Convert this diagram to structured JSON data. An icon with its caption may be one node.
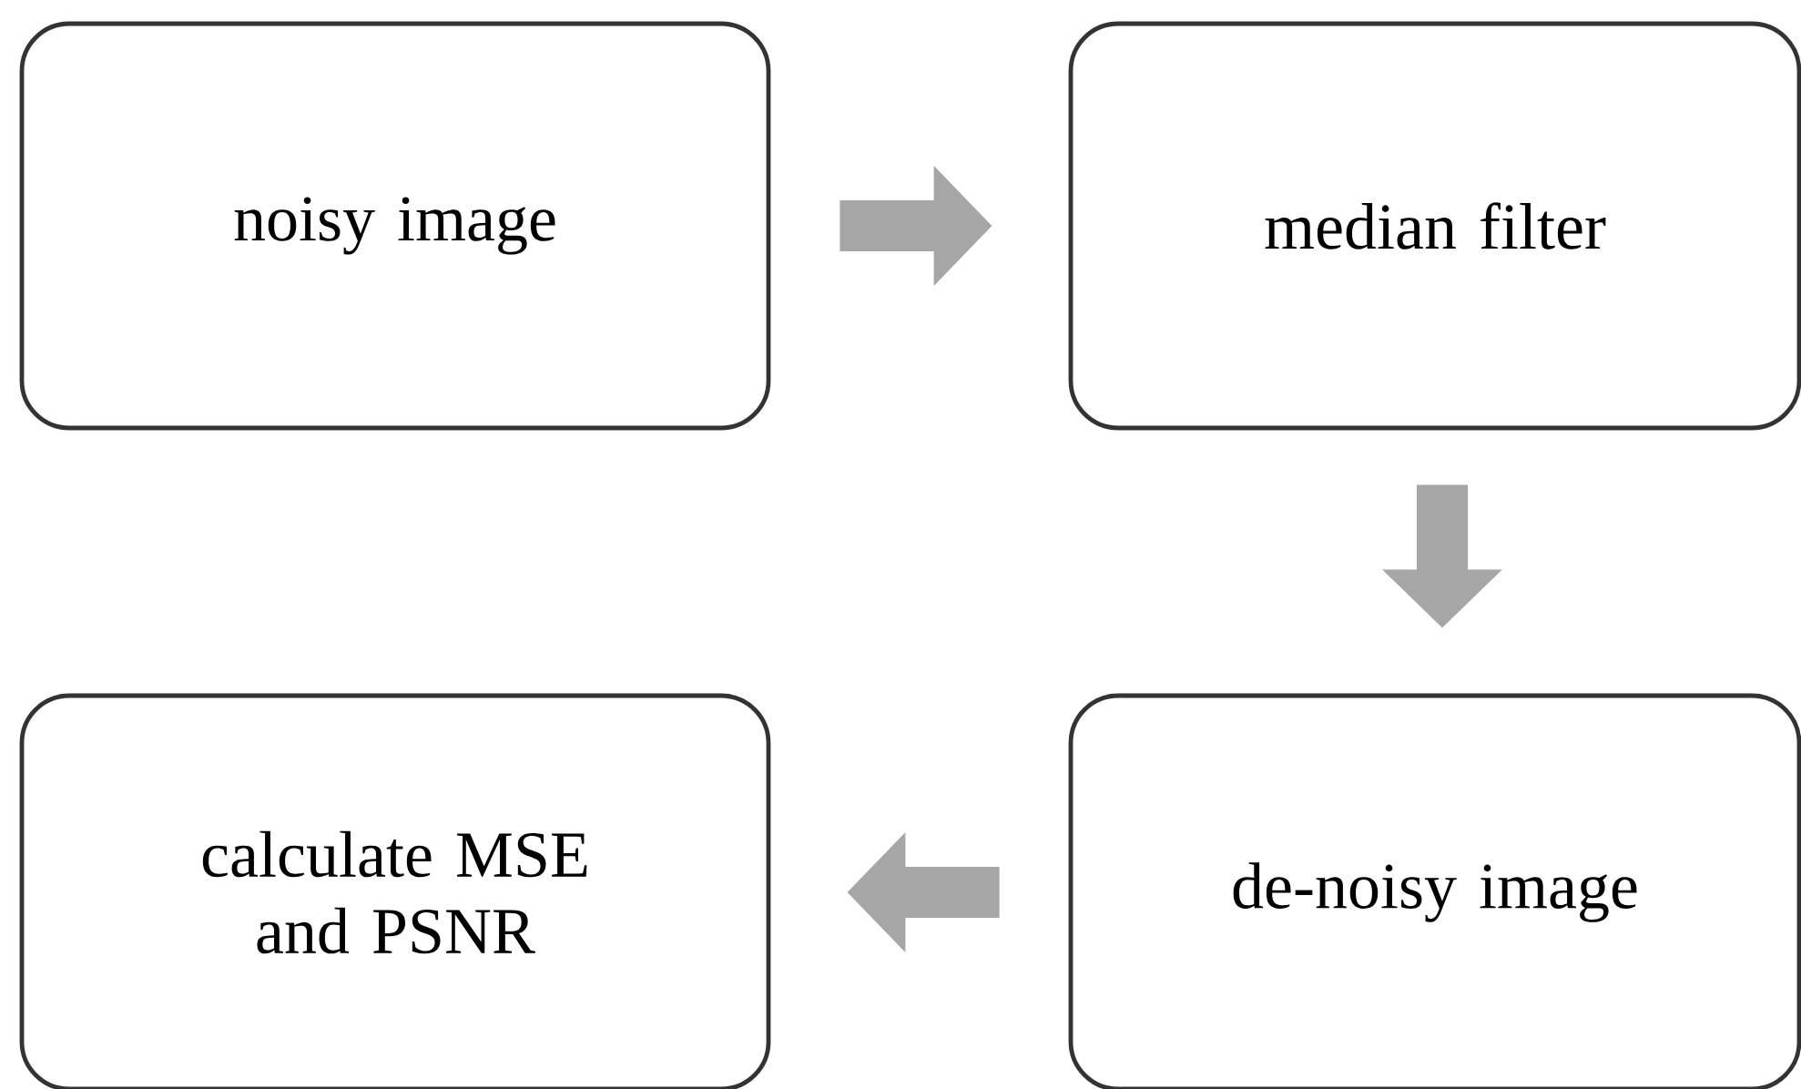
{
  "diagram": {
    "nodes": [
      {
        "text": [
          "noisy image"
        ]
      },
      {
        "text": [
          "median filter"
        ]
      },
      {
        "text": [
          "de-noisy image"
        ]
      },
      {
        "text": [
          "calculate MSE and PSNR"
        ]
      }
    ],
    "edges": [
      {
        "from": 0,
        "to": 1,
        "arrow": "to"
      },
      {
        "from": 1,
        "to": 2,
        "arrow": "to"
      },
      {
        "from": 2,
        "to": 3,
        "arrow": "to"
      }
    ]
  }
}
